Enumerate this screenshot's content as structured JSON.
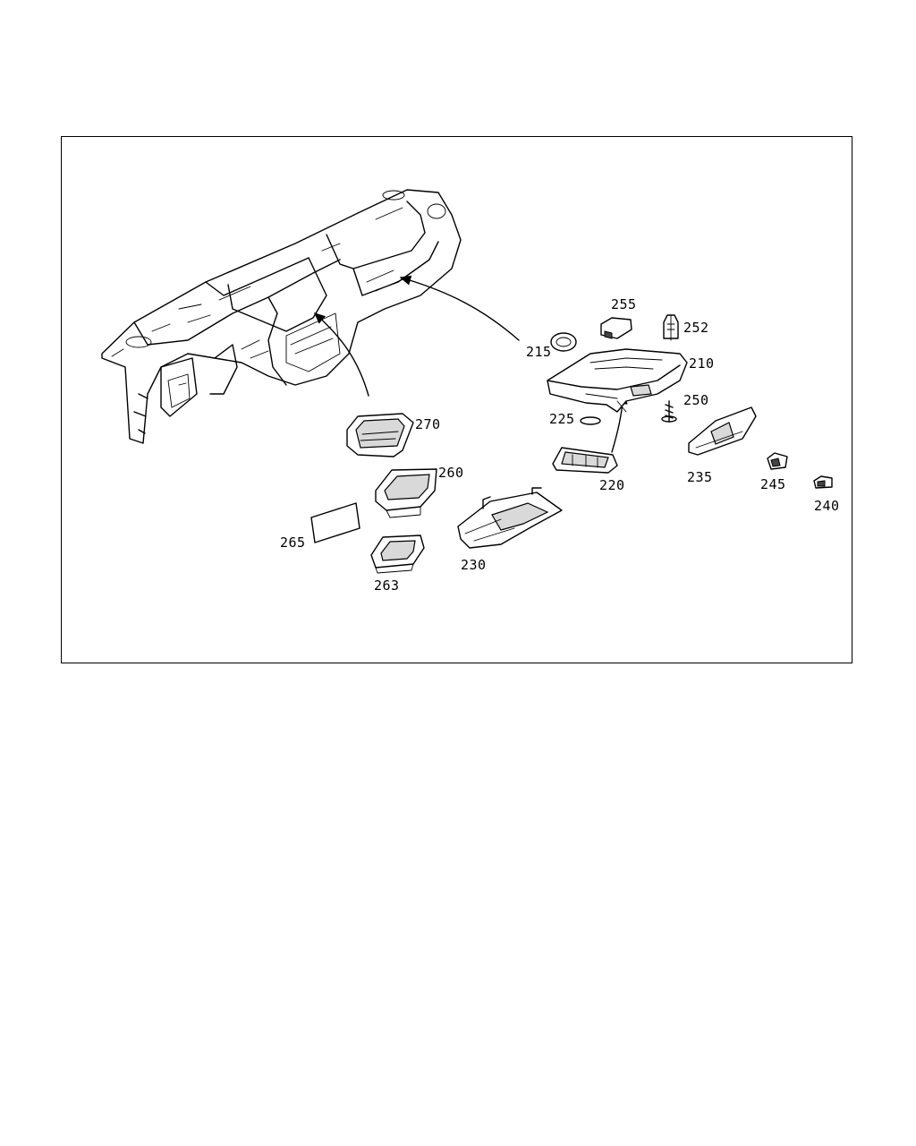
{
  "diagram": {
    "callouts": [
      {
        "id": "c270",
        "text": "270"
      },
      {
        "id": "c215",
        "text": "215"
      },
      {
        "id": "c255",
        "text": "255"
      },
      {
        "id": "c252",
        "text": "252"
      },
      {
        "id": "c210",
        "text": "210"
      },
      {
        "id": "c250",
        "text": "250"
      },
      {
        "id": "c225",
        "text": "225"
      },
      {
        "id": "c220",
        "text": "220"
      },
      {
        "id": "c235",
        "text": "235"
      },
      {
        "id": "c245",
        "text": "245"
      },
      {
        "id": "c240",
        "text": "240"
      },
      {
        "id": "c260",
        "text": "260"
      },
      {
        "id": "c265",
        "text": "265"
      },
      {
        "id": "c230",
        "text": "230"
      },
      {
        "id": "c263",
        "text": "263"
      }
    ]
  }
}
